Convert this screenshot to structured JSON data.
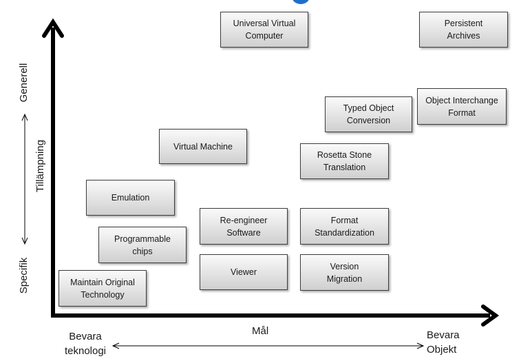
{
  "axes": {
    "y_top_label": "Generell",
    "y_mid_label": "Tillämpning",
    "y_bottom_label": "Specifik",
    "x_mid_label": "Mål",
    "x_left_label": "Bevara\nteknologi",
    "x_right_label": "Bevara\nObjekt"
  },
  "boxes": [
    {
      "id": "universal-virtual-computer",
      "text": "Universal Virtual\nComputer"
    },
    {
      "id": "persistent-archives",
      "text": "Persistent\nArchives"
    },
    {
      "id": "object-interchange-format",
      "text": "Object Interchange\nFormat"
    },
    {
      "id": "typed-object-conversion",
      "text": "Typed Object\nConversion"
    },
    {
      "id": "virtual-machine",
      "text": "Virtual Machine"
    },
    {
      "id": "rosetta-stone-translation",
      "text": "Rosetta Stone\nTranslation"
    },
    {
      "id": "emulation",
      "text": "Emulation"
    },
    {
      "id": "re-engineer-software",
      "text": "Re-engineer\nSoftware"
    },
    {
      "id": "format-standardization",
      "text": "Format\nStandardization"
    },
    {
      "id": "programmable-chips",
      "text": "Programmable\nchips"
    },
    {
      "id": "viewer",
      "text": "Viewer"
    },
    {
      "id": "version-migration",
      "text": "Version\nMigration"
    },
    {
      "id": "maintain-original-technology",
      "text": "Maintain Original\nTechnology"
    }
  ],
  "colors": {
    "axis": "#000000",
    "box_border": "#3d3d3d",
    "accent": "#1f6fc9"
  }
}
